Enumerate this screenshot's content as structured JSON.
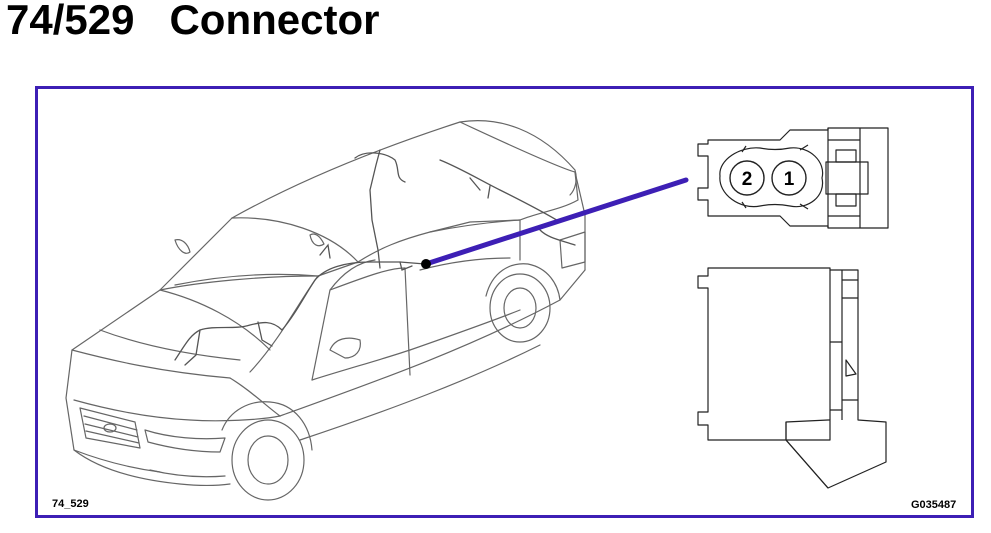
{
  "title": "74/529   Connector",
  "image_ref_left": "74_529",
  "image_ref_right": "G035487",
  "connector_front": {
    "pins": [
      {
        "label": "2"
      },
      {
        "label": "1"
      }
    ]
  },
  "colors": {
    "frame": "#3d1fb5",
    "pointer": "#3d1fb5",
    "line_art": "#555555"
  },
  "icons": [
    "car-illustration-icon",
    "connector-front-icon",
    "connector-side-icon"
  ]
}
